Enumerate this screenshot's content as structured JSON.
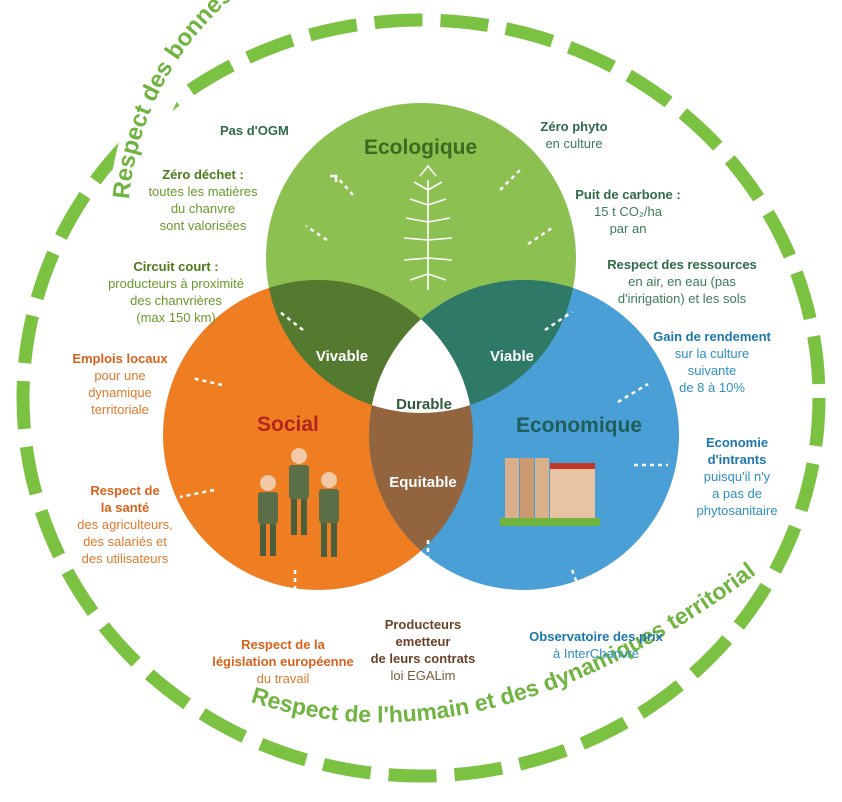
{
  "ring": {
    "top_text": "Respect des bonnes pratiques et des milieux",
    "bottom_text": "Respect de l'humain et des dynamiques territoriales"
  },
  "circles": {
    "ecologique": "Ecologique",
    "social": "Social",
    "economique": "Economique"
  },
  "intersections": {
    "vivable": "Vivable",
    "viable": "Viable",
    "equitable": "Equitable",
    "durable": "Durable"
  },
  "labels": {
    "pas_ogm": "Pas d'OGM",
    "zero_dechet_title": "Zéro déchet :",
    "zero_dechet_l1": "toutes les matières",
    "zero_dechet_l2": "du chanvre",
    "zero_dechet_l3": "sont valorisées",
    "circuit_title": "Circuit court :",
    "circuit_l1": "producteurs à proximité",
    "circuit_l2": "des chanvrières",
    "circuit_l3": "(max 150 km)",
    "zero_phyto_title": "Zéro phyto",
    "zero_phyto_l1": "en culture",
    "puits_title": "Puit de carbone :",
    "puits_l1": "15 t CO₂/ha",
    "puits_l2": "par an",
    "ressources_title": "Respect des ressources",
    "ressources_l1": "en air, en eau (pas",
    "ressources_l2": "d'iririgation) et les sols",
    "emplois_title": "Emplois locaux",
    "emplois_l1": "pour une",
    "emplois_l2": "dynamique",
    "emplois_l3": "territoriale",
    "sante_title1": "Respect de",
    "sante_title2": "la santé",
    "sante_l1": "des agriculteurs,",
    "sante_l2": "des salariés et",
    "sante_l3": "des utilisateurs",
    "legis_title1": "Respect de la",
    "legis_title2": "législation européenne",
    "legis_l1": "du travail",
    "prod_title1": "Producteurs",
    "prod_title2": "emetteur",
    "prod_title3": "de leurs contrats",
    "prod_l1": "loi EGALim",
    "gain_title": "Gain de rendement",
    "gain_l1": "sur la culture",
    "gain_l2": "suivante",
    "gain_l3": "de 8 à 10%",
    "intrants_title1": "Economie",
    "intrants_title2": "d'intrants",
    "intrants_l1": "puisqu'il n'y",
    "intrants_l2": "a pas de",
    "intrants_l3": "phytosanitaire",
    "obs_title": "Observatoire des prix",
    "obs_l1": "à InterChanvre"
  },
  "colors": {
    "green": "#8cc152",
    "orange": "#ef7d22",
    "blue": "#4a9fd6",
    "ring": "#7cc242"
  }
}
